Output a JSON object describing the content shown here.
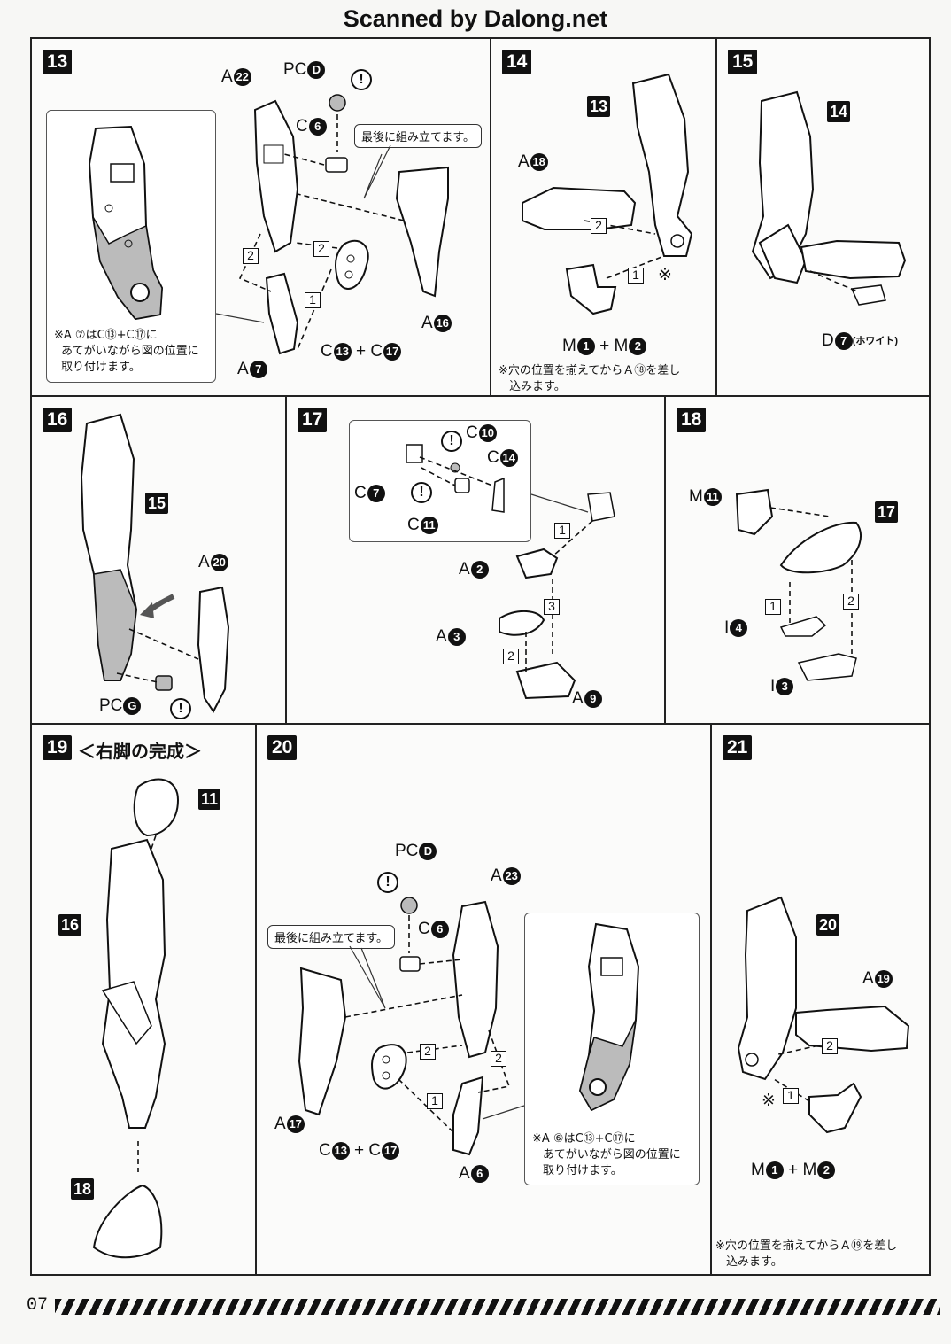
{
  "header": "Scanned by Dalong.net",
  "footer": {
    "page_number": "07"
  },
  "steps": {
    "s13": {
      "badge": "13",
      "labels": {
        "a22": {
          "pre": "A",
          "num": "22"
        },
        "pcd": {
          "pre": "PC",
          "num": "D"
        },
        "c6": {
          "pre": "C",
          "num": "6"
        },
        "a7": {
          "pre": "A",
          "num": "7"
        },
        "c13c17": {
          "pre1": "C",
          "num1": "13",
          "plus": "+",
          "pre2": "C",
          "num2": "17"
        },
        "a16": {
          "pre": "A",
          "num": "16"
        }
      },
      "callout": "最後に組み立てます。",
      "note": [
        "※A ⑦はC⑬+C⑰に",
        "あてがいながら図の位置に",
        "取り付けます。"
      ],
      "order": [
        "2",
        "2",
        "1"
      ],
      "warn": "!"
    },
    "s14": {
      "badge": "14",
      "ref": "13",
      "labels": {
        "a18": {
          "pre": "A",
          "num": "18"
        },
        "m1m2": {
          "pre1": "M",
          "num1": "1",
          "plus": "+",
          "pre2": "M",
          "num2": "2"
        }
      },
      "mark": "※",
      "order": [
        "2",
        "1"
      ],
      "note": [
        "※穴の位置を揃えてからＡ⑱を差し",
        "込みます。"
      ]
    },
    "s15": {
      "badge": "15",
      "ref": "14",
      "labels": {
        "d7": {
          "pre": "D",
          "num": "7",
          "sub": "(ホワイト)"
        }
      }
    },
    "s16": {
      "badge": "16",
      "ref": "15",
      "labels": {
        "a20": {
          "pre": "A",
          "num": "20"
        },
        "pcg": {
          "pre": "PC",
          "num": "G"
        }
      },
      "warn": "!"
    },
    "s17": {
      "badge": "17",
      "labels": {
        "c10": {
          "pre": "C",
          "num": "10"
        },
        "c14": {
          "pre": "C",
          "num": "14"
        },
        "c7": {
          "pre": "C",
          "num": "7"
        },
        "c11": {
          "pre": "C",
          "num": "11"
        },
        "a2": {
          "pre": "A",
          "num": "2"
        },
        "a3": {
          "pre": "A",
          "num": "3"
        },
        "a9": {
          "pre": "A",
          "num": "9"
        }
      },
      "order": [
        "1",
        "3",
        "2"
      ],
      "warn": "!"
    },
    "s18": {
      "badge": "18",
      "ref": "17",
      "labels": {
        "m11": {
          "pre": "M",
          "num": "11"
        },
        "i4": {
          "pre": "I",
          "num": "4"
        },
        "i3": {
          "pre": "I",
          "num": "3"
        }
      },
      "order": [
        "1",
        "2"
      ]
    },
    "s19": {
      "badge": "19",
      "title": "＜右脚の完成＞",
      "refs": [
        "11",
        "16",
        "18"
      ]
    },
    "s20": {
      "badge": "20",
      "labels": {
        "pcd": {
          "pre": "PC",
          "num": "D"
        },
        "a23": {
          "pre": "A",
          "num": "23"
        },
        "c6": {
          "pre": "C",
          "num": "6"
        },
        "a17": {
          "pre": "A",
          "num": "17"
        },
        "c13c17": {
          "pre1": "C",
          "num1": "13",
          "plus": "+",
          "pre2": "C",
          "num2": "17"
        },
        "a6": {
          "pre": "A",
          "num": "6"
        }
      },
      "callout": "最後に組み立てます。",
      "note": [
        "※A ⑥はC⑬+C⑰に",
        "あてがいながら図の位置に",
        "取り付けます。"
      ],
      "order": [
        "2",
        "2",
        "1"
      ],
      "warn": "!"
    },
    "s21": {
      "badge": "21",
      "ref": "20",
      "labels": {
        "a19": {
          "pre": "A",
          "num": "19"
        },
        "m1m2": {
          "pre1": "M",
          "num1": "1",
          "plus": "+",
          "pre2": "M",
          "num2": "2"
        }
      },
      "mark": "※",
      "order": [
        "2",
        "1"
      ],
      "note": [
        "※穴の位置を揃えてからＡ⑲を差し",
        "込みます。"
      ]
    }
  }
}
